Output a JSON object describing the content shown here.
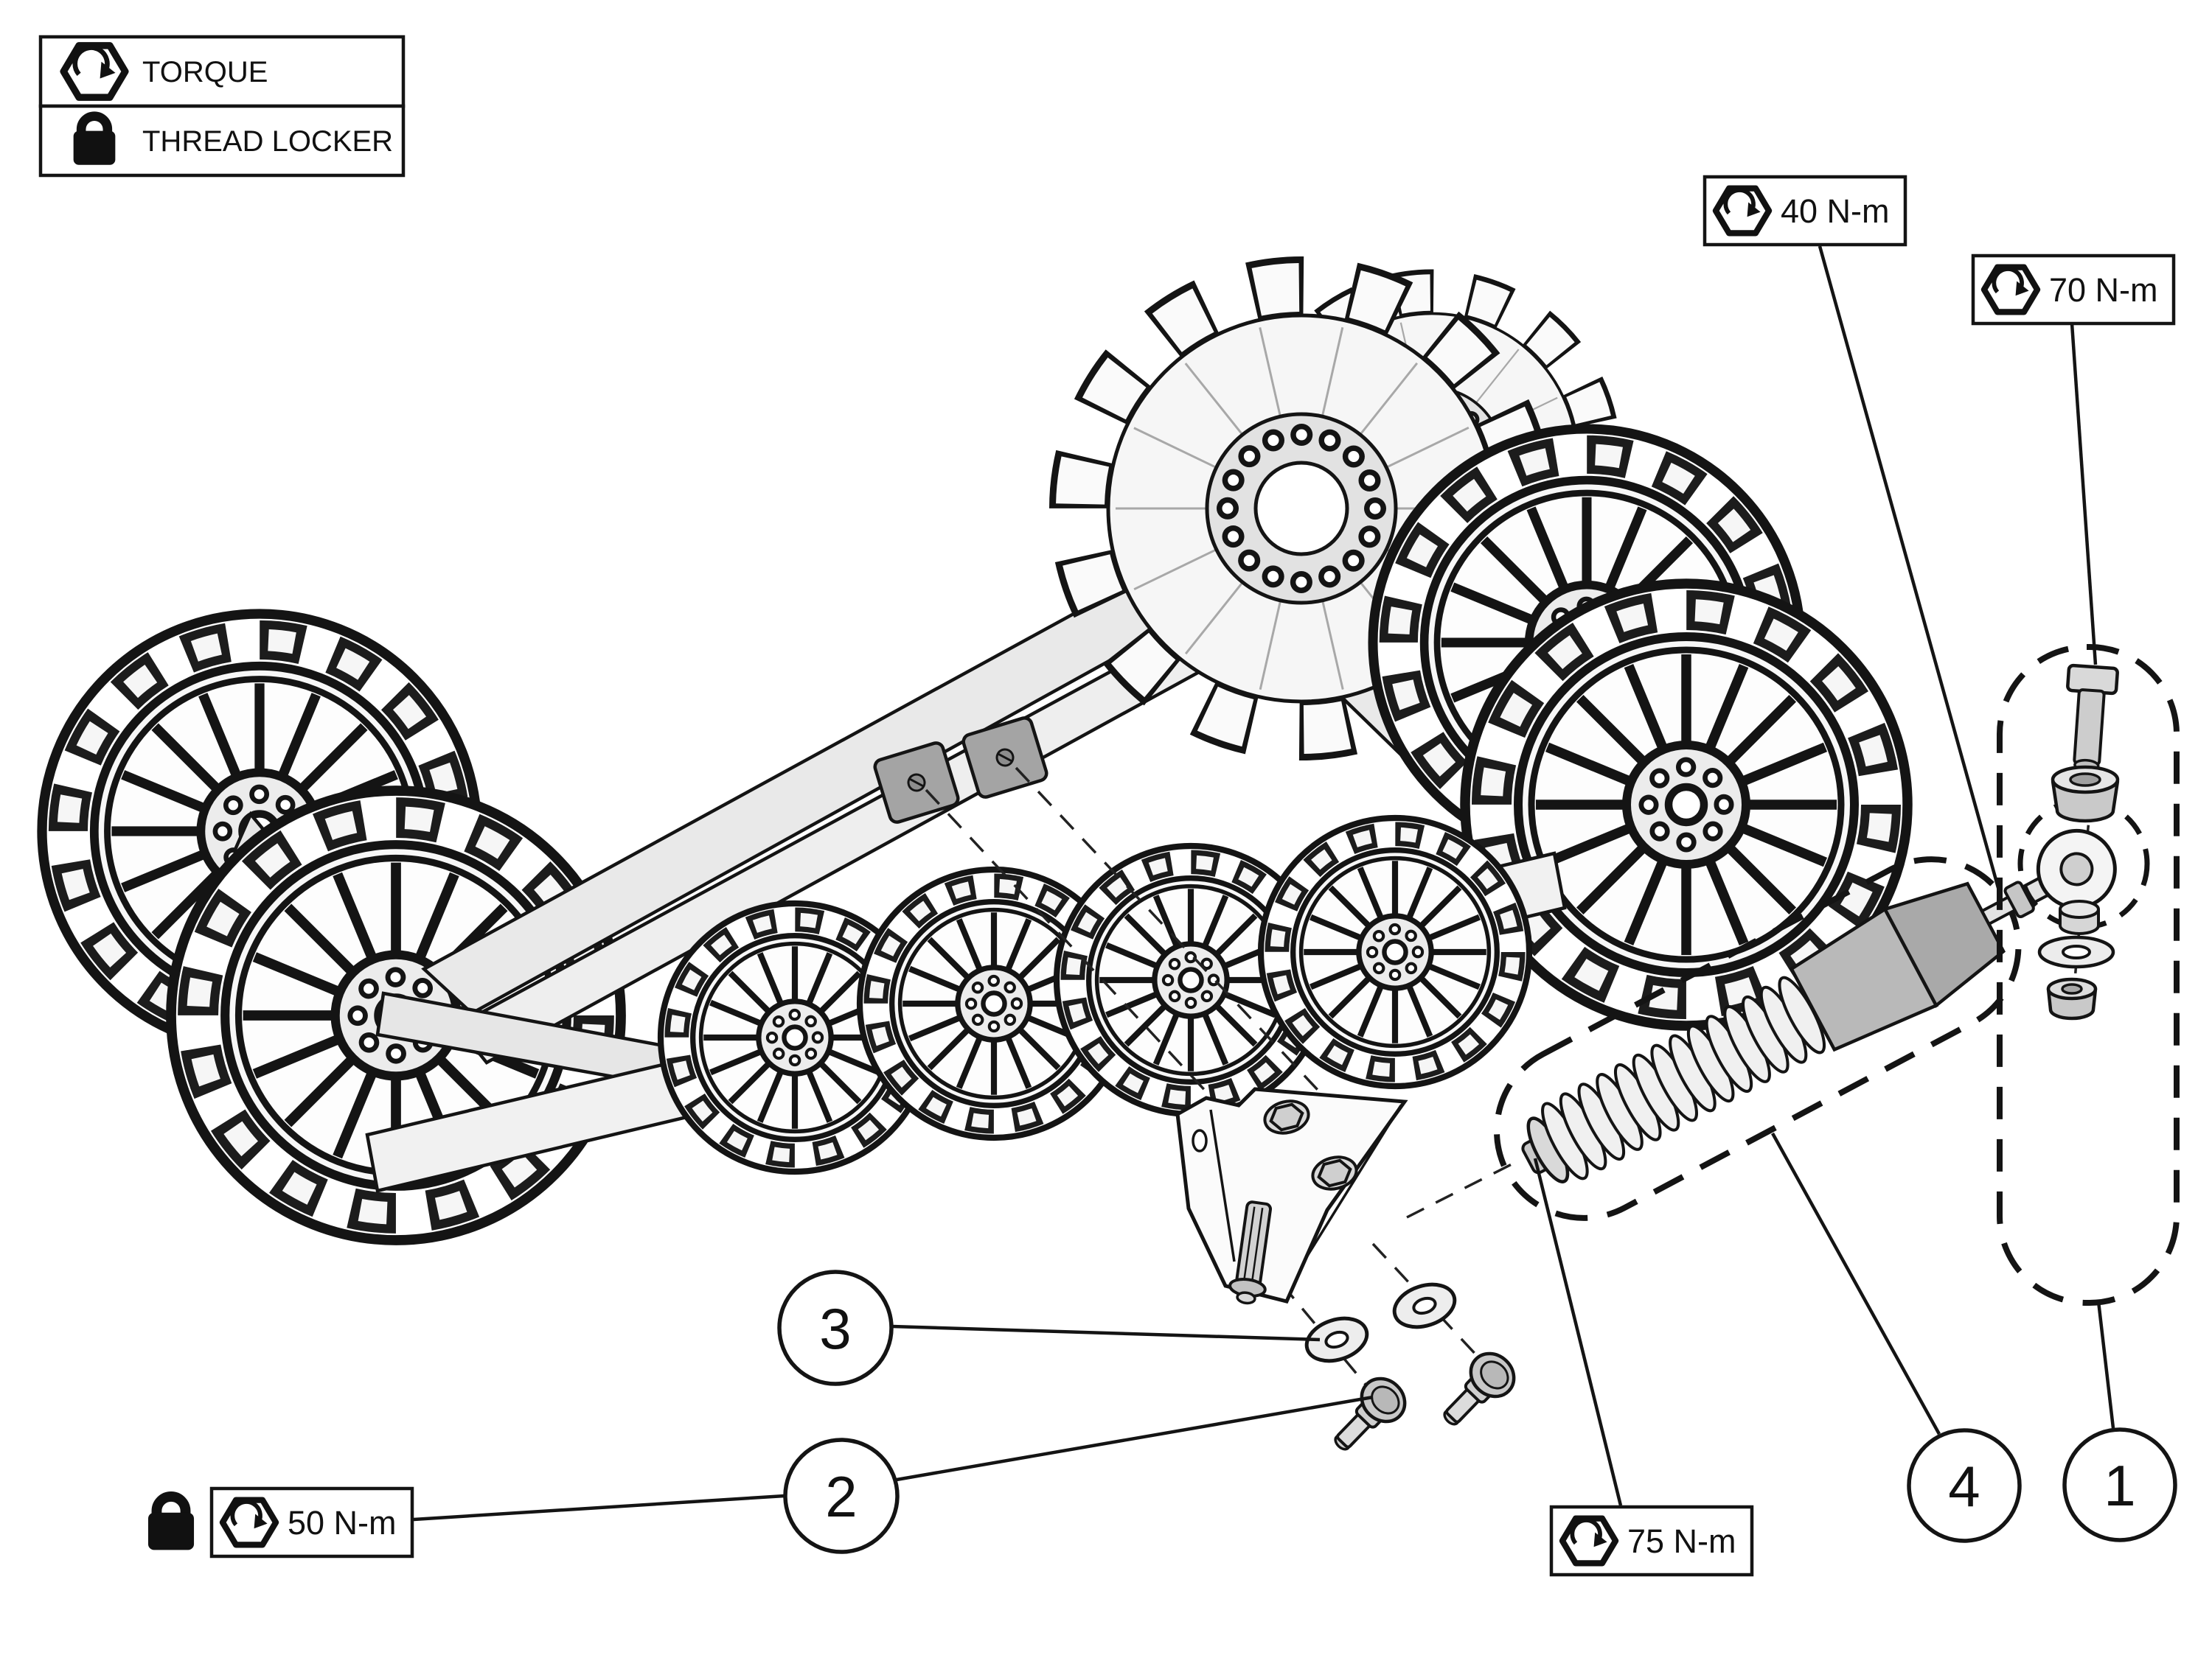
{
  "figure": {
    "type": "exploded-parts-diagram",
    "subject": "track suspension assembly with shock absorber and mounting hardware"
  },
  "legend": {
    "items": [
      {
        "icon": "torque-hex-icon",
        "label": "TORQUE"
      },
      {
        "icon": "padlock-icon",
        "label": "THREAD LOCKER"
      }
    ]
  },
  "torque_labels": [
    {
      "id": "torque-40",
      "icon": "torque-hex-icon",
      "value": "40 N-m",
      "thread_locker": false
    },
    {
      "id": "torque-70",
      "icon": "torque-hex-icon",
      "value": "70 N-m",
      "thread_locker": false
    },
    {
      "id": "torque-75",
      "icon": "torque-hex-icon",
      "value": "75 N-m",
      "thread_locker": false
    },
    {
      "id": "torque-50",
      "icon": "torque-hex-icon",
      "value": "50 N-m",
      "thread_locker": true
    }
  ],
  "callouts": [
    {
      "number": "1"
    },
    {
      "number": "2"
    },
    {
      "number": "3"
    },
    {
      "number": "4"
    }
  ],
  "colors": {
    "line": "#141414",
    "paper": "#ffffff",
    "light_fill": "#f2f2f2",
    "mid_fill": "#d6d6d6",
    "dark_fill": "#a4a4a4"
  }
}
